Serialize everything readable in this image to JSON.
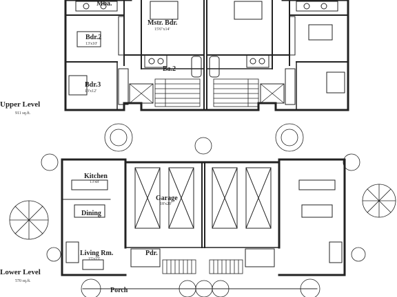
{
  "upper_level": {
    "title": "Upper Level",
    "area": "911 sq.ft.",
    "rooms": {
      "mba": {
        "name": "Mba."
      },
      "mstr_bdr": {
        "name": "Mstr. Bdr.",
        "dims": "15'6\"x14'"
      },
      "bdr2": {
        "name": "Bdr.2",
        "dims": "13'x10'"
      },
      "bdr3": {
        "name": "Bdr.3",
        "dims": "13'x12'"
      },
      "ba2": {
        "name": "Ba.2"
      }
    }
  },
  "lower_level": {
    "title": "Lower Level",
    "area": "570 sq.ft.",
    "rooms": {
      "kitchen": {
        "name": "Kitchen",
        "dims": "13'x8'"
      },
      "dining": {
        "name": "Dining"
      },
      "garage": {
        "name": "Garage",
        "dims": "18'x20'"
      },
      "living": {
        "name": "Living Rm.",
        "dims": "15'x15'"
      },
      "pdr": {
        "name": "Pdr."
      },
      "porch": {
        "name": "Porch"
      }
    }
  },
  "colors": {
    "ink": "#222222",
    "paper": "#ffffff"
  }
}
